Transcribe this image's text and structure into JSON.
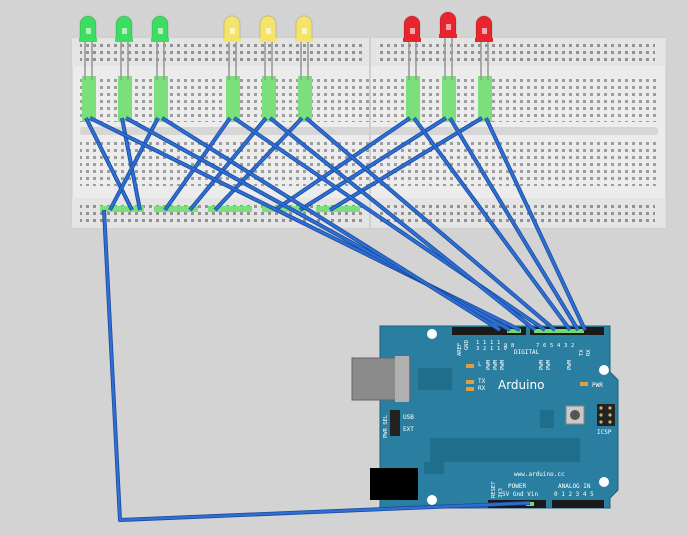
{
  "board": {
    "brand": "Arduino",
    "url": "www.arduino.cc",
    "section_digital": "DIGITAL",
    "section_power": "POWER",
    "section_analog": "ANALOG IN",
    "aref": "AREF",
    "gnd_top": "GND",
    "pwm_sel": "PWR SEL",
    "usb": "USB",
    "ext": "EXT",
    "led_l": "L",
    "tx": "TX",
    "rx": "RX",
    "pwr": "PWR",
    "icsp": "ICSP",
    "reset": "RESET",
    "v33": "3V3",
    "power_pins": "5V Gnd Vin",
    "analog_pins": "0 1 2 3 4 5",
    "pin_13": "1\n3",
    "pin_12": "1\n2",
    "pin_11": "1\n1",
    "pin_10": "1\n0",
    "pin_9": "9",
    "pin_8": "8",
    "pin_7": "7",
    "pin_6": "6",
    "pin_5": "5",
    "pin_4": "4",
    "pin_3": "3",
    "pin_2": "2",
    "pin_tx": "TX",
    "pin_rx": "RX",
    "pwm": "PWM",
    "one": "1"
  },
  "leds": [
    {
      "color": "green"
    },
    {
      "color": "green"
    },
    {
      "color": "green"
    },
    {
      "color": "yellow"
    },
    {
      "color": "yellow"
    },
    {
      "color": "yellow"
    },
    {
      "color": "red"
    },
    {
      "color": "red"
    },
    {
      "color": "red"
    }
  ],
  "colors": {
    "background": "#d3d3d3",
    "breadboard": "#ececec",
    "arduino": "#2a7fa0",
    "wire": "#2d6fd6",
    "wire_edge": "#1b4a99",
    "led_green": "#3ddc62",
    "led_yellow": "#f4e46a",
    "led_red": "#e8242c",
    "connected_hole": "#7be07b"
  }
}
